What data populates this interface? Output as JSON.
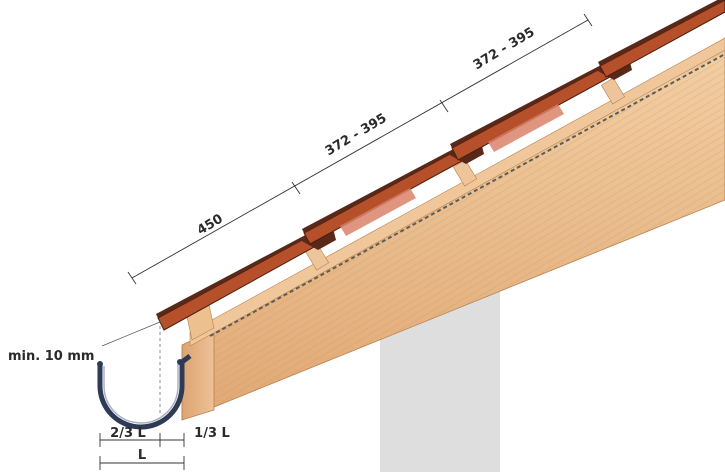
{
  "dimensions": {
    "first_batten": "450",
    "batten_gauge_1": "372 - 395",
    "batten_gauge_2": "372 - 395",
    "gutter_min": "min. 10 mm",
    "gutter_two_thirds": "2/3 L",
    "gutter_one_third": "1/3 L",
    "gutter_width": "L"
  },
  "colors": {
    "tile_dark": "#5a2818",
    "tile_red": "#b5502a",
    "tile_light": "#d9826a",
    "timber": "#e8b886",
    "timber_dark": "#c8925e",
    "timber_light": "#f4d3ae",
    "wall": "#dedede",
    "gutter": "#2e3a56"
  }
}
